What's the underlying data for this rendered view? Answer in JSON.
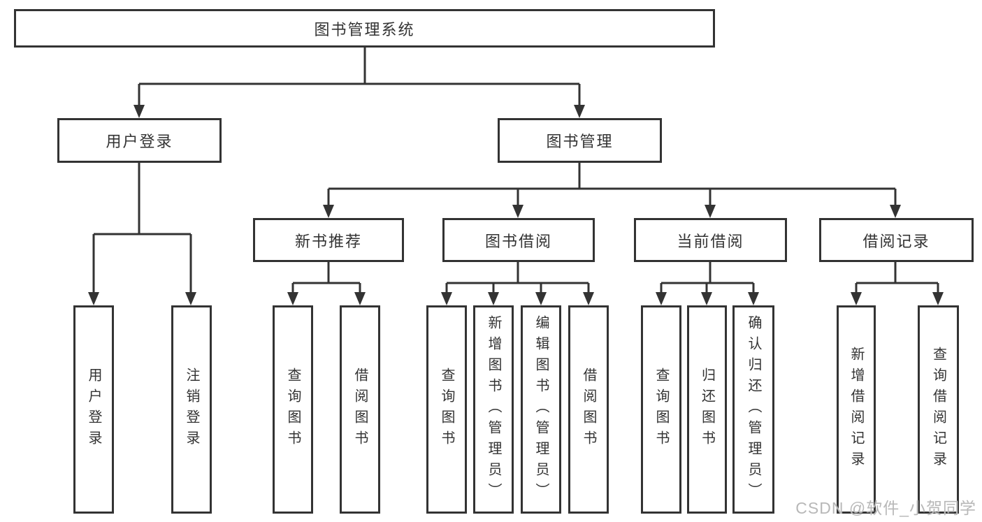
{
  "colors": {
    "line": "#333333",
    "text": "#333333",
    "background": "#ffffff",
    "watermark": "#b8b8b8"
  },
  "watermark": {
    "text": "CSDN @软件_小贺同学"
  },
  "tree": {
    "root": {
      "label": "图书管理系统",
      "children": [
        {
          "label": "用户登录",
          "children": [
            {
              "label": "用户登录"
            },
            {
              "label": "注销登录"
            }
          ]
        },
        {
          "label": "图书管理",
          "children": [
            {
              "label": "新书推荐",
              "children": [
                {
                  "label": "查询图书"
                },
                {
                  "label": "借阅图书"
                }
              ]
            },
            {
              "label": "图书借阅",
              "children": [
                {
                  "label": "查询图书"
                },
                {
                  "label": "新增图书（管理员）"
                },
                {
                  "label": "编辑图书（管理员）"
                },
                {
                  "label": "借阅图书"
                }
              ]
            },
            {
              "label": "当前借阅",
              "children": [
                {
                  "label": "查询图书"
                },
                {
                  "label": "归还图书"
                },
                {
                  "label": "确认归还（管理员）"
                }
              ]
            },
            {
              "label": "借阅记录",
              "children": [
                {
                  "label": "新增借阅记录"
                },
                {
                  "label": "查询借阅记录"
                }
              ]
            }
          ]
        }
      ]
    }
  }
}
